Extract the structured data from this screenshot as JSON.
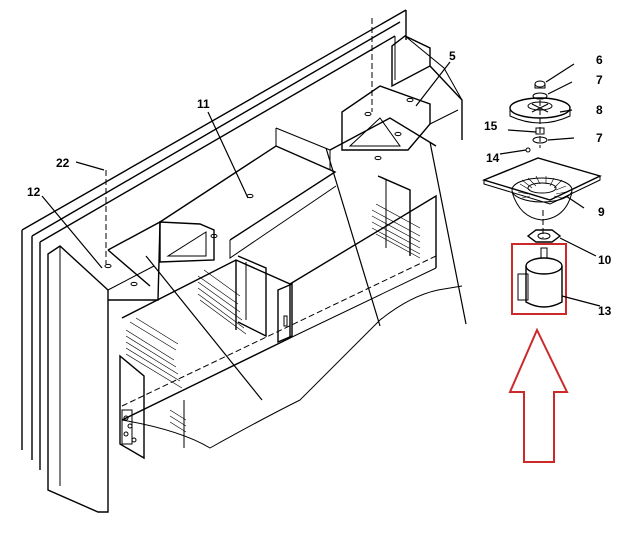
{
  "callouts": {
    "c5": "5",
    "c6": "6",
    "c7a": "7",
    "c8": "8",
    "c15": "15",
    "c7b": "7",
    "c14": "14",
    "c9": "9",
    "c10": "10",
    "c13": "13",
    "c11": "11",
    "c22": "22",
    "c12": "12"
  },
  "colors": {
    "line": "#000000",
    "highlight": "#cc2a2a",
    "background": "#ffffff"
  }
}
